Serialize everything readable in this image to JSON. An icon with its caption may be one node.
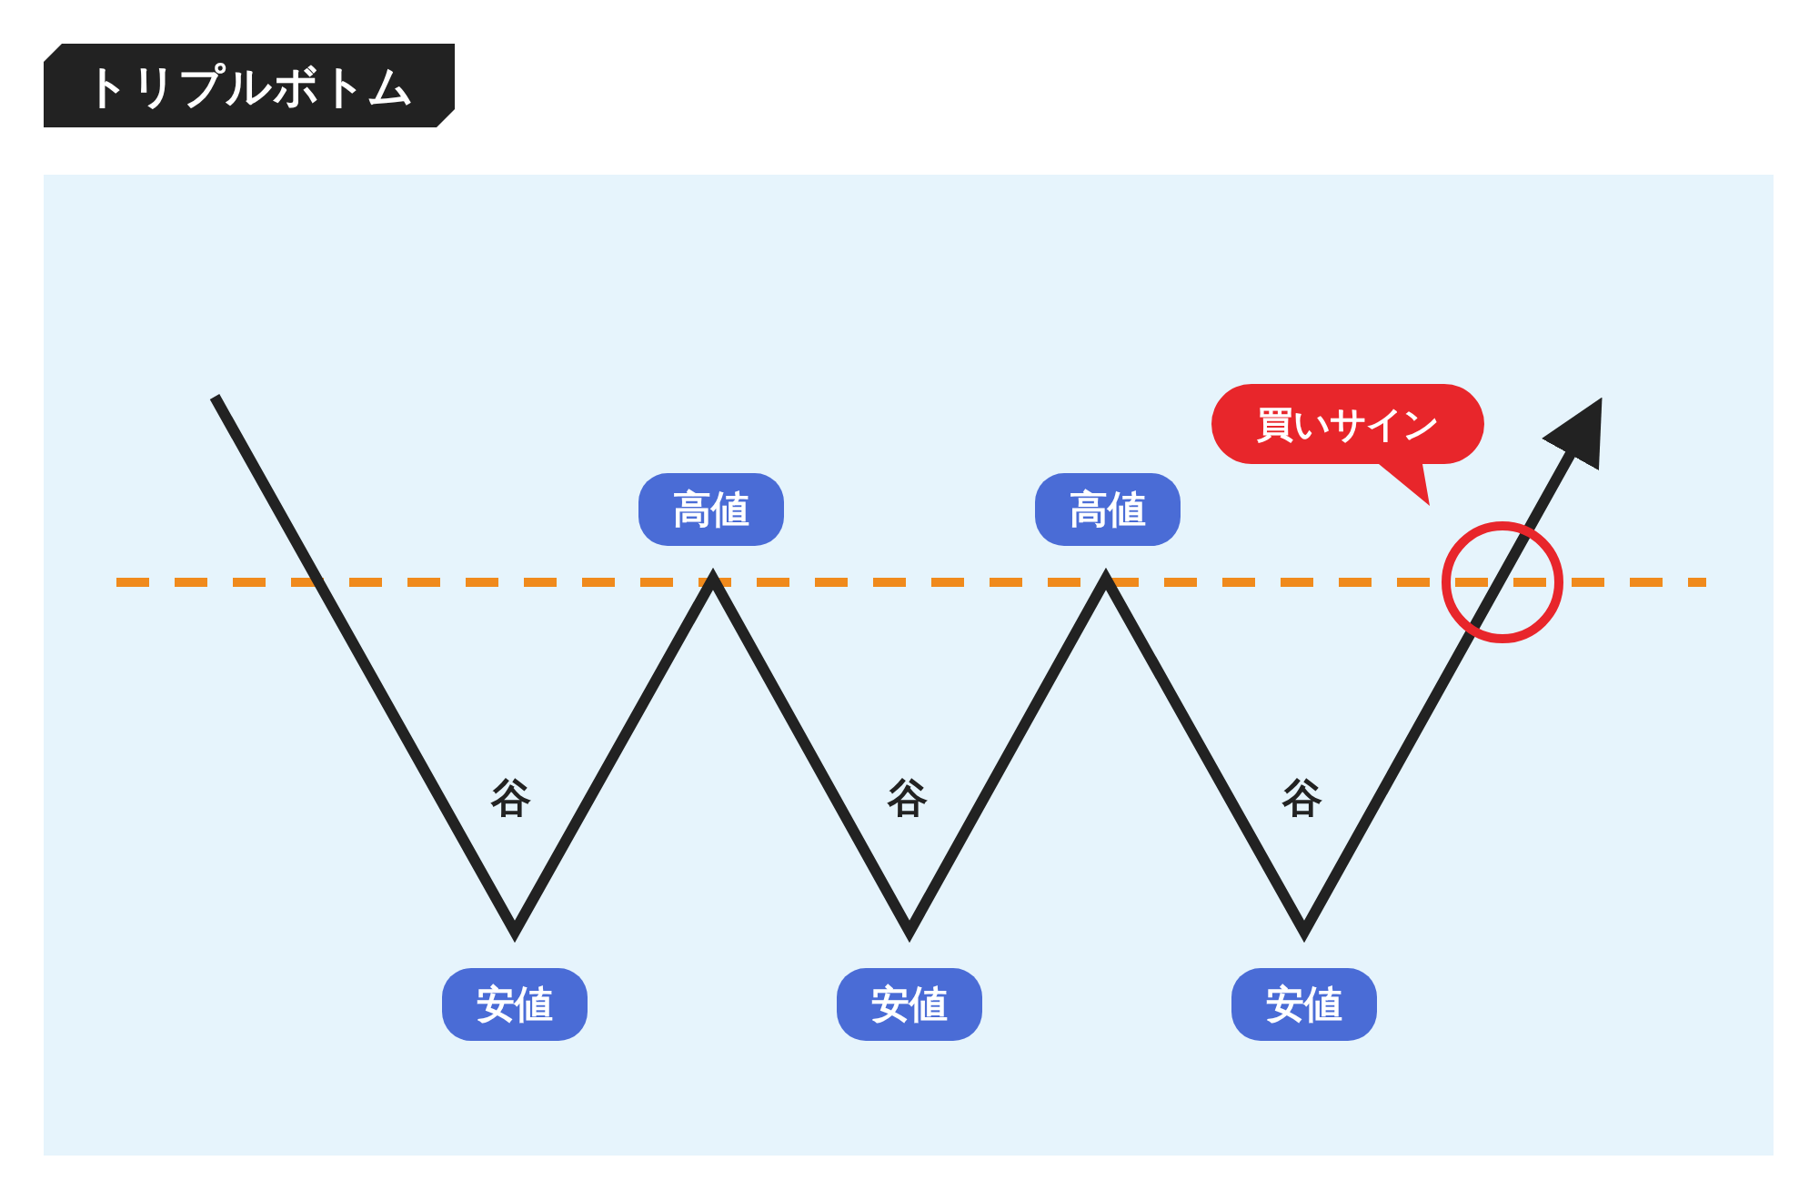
{
  "diagram": {
    "title": "トリプルボトム",
    "nodes": [
      {
        "text": [
          "買いサイン"
        ]
      },
      {
        "text": [
          "高値"
        ]
      },
      {
        "text": [
          "高値"
        ]
      },
      {
        "text": [
          "安値"
        ]
      },
      {
        "text": [
          "安値"
        ]
      },
      {
        "text": [
          "安値"
        ]
      }
    ],
    "labels": [
      "谷",
      "谷",
      "谷"
    ]
  }
}
